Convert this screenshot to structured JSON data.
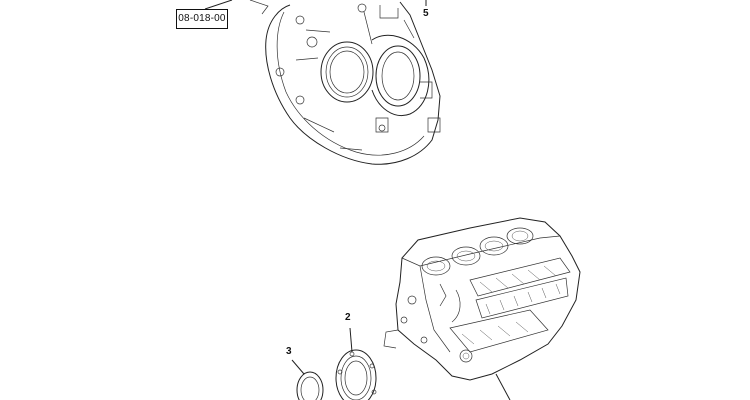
{
  "reference": {
    "label": "08-018-00"
  },
  "callouts": {
    "part_5": "5",
    "part_2": "2",
    "part_3": "3"
  }
}
